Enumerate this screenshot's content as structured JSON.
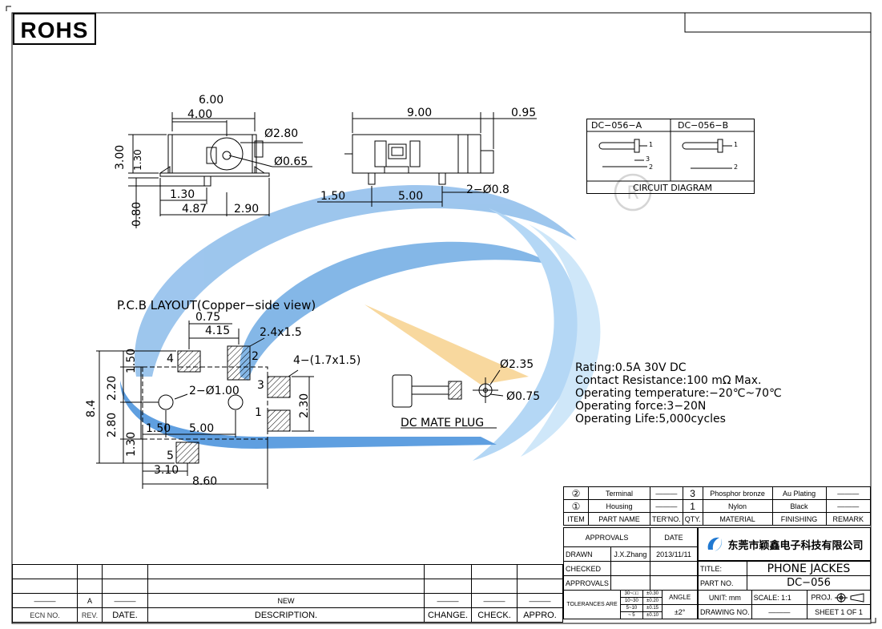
{
  "header": {
    "rohs": "ROHS"
  },
  "top_view": {
    "dims": [
      "6.00",
      "4.00",
      "Ø2.80",
      "Ø0.65",
      "3.00",
      "1.30",
      "1.30",
      "4.87",
      "2.90",
      "0.80"
    ]
  },
  "side_view": {
    "dims": [
      "9.00",
      "0.95",
      "1.50",
      "5.00",
      "2−Ø0.8"
    ]
  },
  "circuit": {
    "col_a": "DC−056−A",
    "col_b": "DC−056−B",
    "caption": "CIRCUIT  DIAGRAM",
    "pins_a": [
      "1",
      "3",
      "2"
    ],
    "pins_b": [
      "1",
      "2"
    ]
  },
  "pcb": {
    "title": "P.C.B  LAYOUT(Copper−side  view)",
    "dims": [
      "0.75",
      "4.15",
      "2.4x1.5",
      "4−(1.7x1.5)",
      "1.50",
      "2.20",
      "2−Ø1.00",
      "2.30",
      "8.4",
      "2.80",
      "1.50",
      "5.00",
      "1.30",
      "3.10",
      "8.60"
    ],
    "pad_numbers": [
      "4",
      "2",
      "3",
      "1",
      "5"
    ]
  },
  "plug": {
    "label": "DC  MATE  PLUG",
    "dims": [
      "Ø2.35",
      "Ø0.75"
    ]
  },
  "specs": [
    "Rating:0.5A  30V  DC",
    "Contact  Resistance:100  mΩ  Max.",
    "Operating  temperature:−20℃~70℃",
    "Operating  force:3−20N",
    "Operating  Life:5,000cycles"
  ],
  "bom": {
    "rows": [
      {
        "item": "②",
        "part": "Terminal",
        "ter": "———",
        "qty": "3",
        "material": "Phosphor bronze",
        "finishing": "Au Plating",
        "remark": "———"
      },
      {
        "item": "①",
        "part": "Housing",
        "ter": "———",
        "qty": "1",
        "material": "Nylon",
        "finishing": "Black",
        "remark": "———"
      }
    ],
    "headers": {
      "item": "ITEM",
      "part": "PART NAME",
      "ter": "TER'NO.",
      "qty": "QTY.",
      "material": "MATERIAL",
      "finishing": "FINISHING",
      "remark": "REMARK"
    }
  },
  "titleblock": {
    "approvals_h": "APPROVALS",
    "date_h": "DATE",
    "drawn": "DRAWN",
    "drawn_by": "J.X.Zhang",
    "drawn_date": "2013/11/11",
    "checked": "CHECKED",
    "approvals": "APPROVALS",
    "company": "东莞市颖鑫电子科技有限公司",
    "title_h": "TITLE:",
    "title": "PHONE  JACKES",
    "partno_h": "PART NO.",
    "partno": "DC−056",
    "tol_h": "TOLERANCES ARE",
    "tol_ranges": [
      "30~□□",
      "10~30",
      "5~10",
      "~ 5"
    ],
    "tol_values": [
      "±0.30",
      "±0.20",
      "±0.15",
      "±0.10"
    ],
    "angle_h": "ANGLE",
    "angle": "±2°",
    "unit": "UNIT:  mm",
    "scale": "SCALE:   1:1",
    "proj": "PROJ.",
    "drawing_no": "DRAWING NO.",
    "drawing_no_val": "———",
    "sheet": "SHEET  1  OF  1"
  },
  "revision": {
    "row": {
      "ecn": "———",
      "rev": "A",
      "date": "———",
      "desc": "NEW",
      "change": "———",
      "check": "———",
      "appro": "———"
    },
    "headers": {
      "ecn": "ECN  NO.",
      "rev": "REV.",
      "date": "DATE.",
      "desc": "DESCRIPTION.",
      "change": "CHANGE.",
      "check": "CHECK.",
      "appro": "APPRO."
    }
  }
}
